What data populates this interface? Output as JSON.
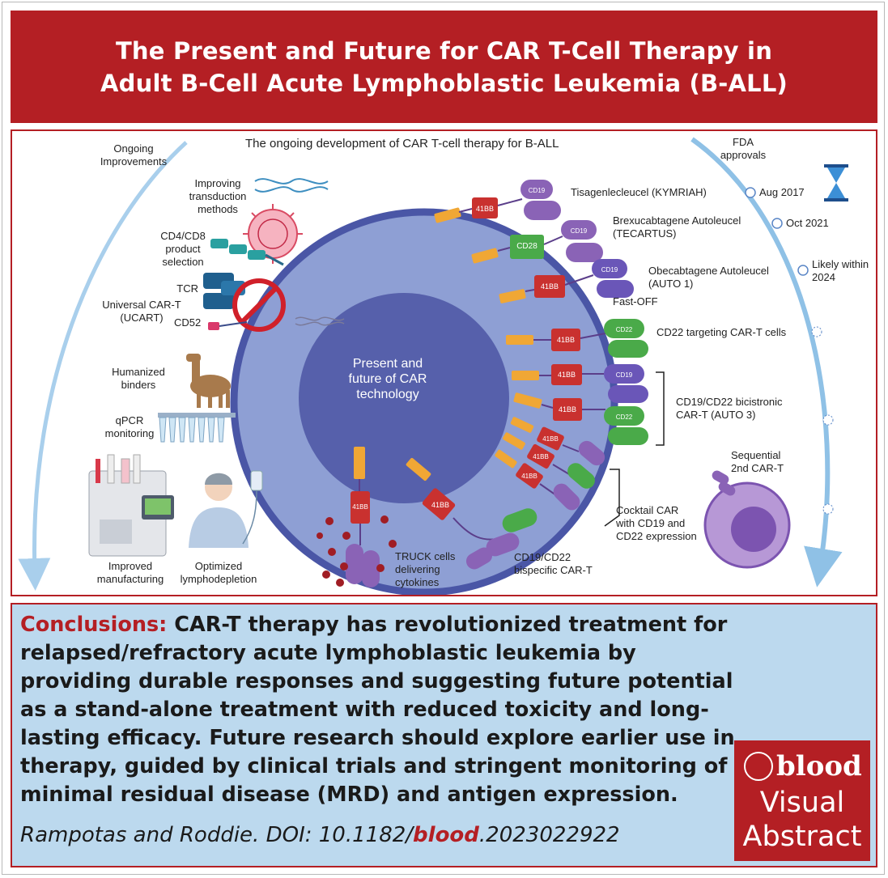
{
  "title": {
    "line1": "The Present and Future for CAR T-Cell Therapy in",
    "line2": "Adult B-Cell Acute Lymphoblastic Leukemia (B-ALL)"
  },
  "panel": {
    "heading": "The ongoing development of CAR T-cell therapy for B-ALL",
    "left_arrow_label": "Ongoing\nImprovements",
    "center_label": "Present and\nfuture of CAR\ntechnology",
    "improvements": {
      "transduction": "Improving\ntransduction\nmethods",
      "cd4cd8": "CD4/CD8\nproduct\nselection",
      "tcr": "TCR",
      "ucart": "Universal CAR-T\n(UCART)",
      "cd52": "CD52",
      "humanized": "Humanized\nbinders",
      "qpcr": "qPCR\nmonitoring",
      "manufacturing": "Improved\nmanufacturing",
      "lymphodepletion": "Optimized\nlymphodepletion"
    },
    "fda": {
      "title": "FDA\napprovals",
      "dates": [
        "Aug 2017",
        "Oct 2021",
        "Likely within\n2024"
      ]
    },
    "products": {
      "kymriah": "Tisagenlecleucel (KYMRIAH)",
      "tecartus": "Brexucabtagene Autoleucel\n(TECARTUS)",
      "auto1": "Obecabtagene Autoleucel\n(AUTO 1)",
      "fastoff": "Fast-OFF",
      "cd22": "CD22 targeting CAR-T cells",
      "bicistronic": "CD19/CD22 bicistronic\nCAR-T (AUTO 3)",
      "sequential": "Sequential\n2nd CAR-T",
      "cocktail": "Cocktail CAR\nwith CD19 and\nCD22 expression",
      "bispecific": "CD19/CD22\nbispecific CAR-T",
      "truck": "TRUCK cells\ndelivering\ncytokines"
    },
    "domains": {
      "costim_41bb": "41BB",
      "costim_cd28": "CD28",
      "cd19": "CD19",
      "cd22": "CD22"
    },
    "colors": {
      "cell": "#8e9fd4",
      "cell_border": "#4a56a6",
      "nucleus": "#5660ab",
      "red_41bb": "#c9312f",
      "green_cd28": "#4aaa49",
      "purple_cd19": "#8a63b6",
      "orange_cd3z": "#f0a735",
      "arrow": "#a9cfec"
    }
  },
  "conclusions": {
    "heading": "Conclusions:",
    "body": " CAR-T therapy has revolutionized treatment for relapsed/refractory acute lymphoblastic leukemia by providing durable responses and suggesting future potential as a stand-alone treatment with reduced toxicity and long-lasting efficacy. Future research should explore earlier use in therapy, guided by clinical trials and stringent monitoring of minimal residual disease (MRD) and antigen expression."
  },
  "citation": {
    "prefix": "Rampotas and Roddie. DOI: 10.1182/",
    "journal": "blood",
    "suffix": ".2023022922"
  },
  "logo": {
    "word": "blood",
    "line1": "Visual",
    "line2": "Abstract"
  }
}
